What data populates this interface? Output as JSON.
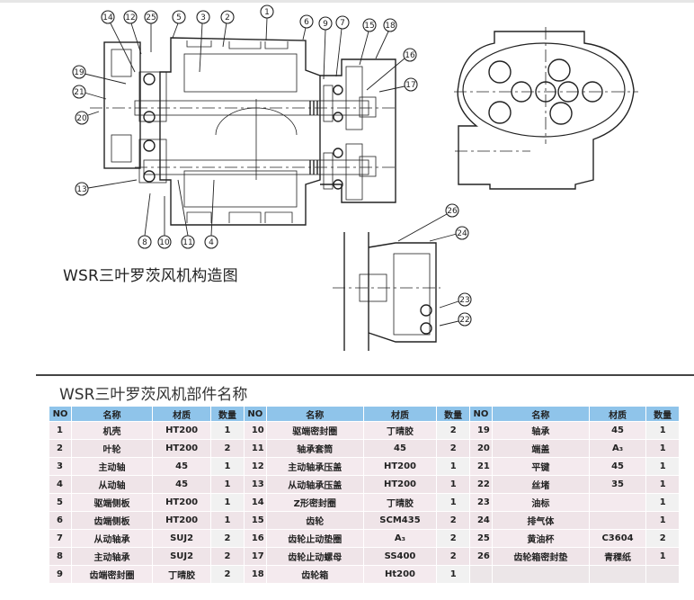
{
  "drawing": {
    "caption": "WSR三叶罗茨风机构造图",
    "callouts": [
      "1",
      "2",
      "3",
      "4",
      "5",
      "6",
      "7",
      "8",
      "9",
      "10",
      "11",
      "12",
      "13",
      "14",
      "15",
      "16",
      "17",
      "18",
      "19",
      "20",
      "21",
      "22",
      "23",
      "24",
      "25",
      "26"
    ]
  },
  "parts_table": {
    "title": "WSR三叶罗茨风机部件名称",
    "headers": {
      "no": "NO",
      "name": "名称",
      "material": "材质",
      "qty": "数量"
    },
    "rows": [
      [
        {
          "no": "1",
          "name": "机壳",
          "material": "HT200",
          "qty": "1"
        },
        {
          "no": "10",
          "name": "驱端密封圈",
          "material": "丁晴胶",
          "qty": "2"
        },
        {
          "no": "19",
          "name": "轴承",
          "material": "45",
          "qty": "1"
        }
      ],
      [
        {
          "no": "2",
          "name": "叶轮",
          "material": "HT200",
          "qty": "2"
        },
        {
          "no": "11",
          "name": "轴承套筒",
          "material": "45",
          "qty": "2"
        },
        {
          "no": "20",
          "name": "端盖",
          "material": "A₃",
          "qty": "1"
        }
      ],
      [
        {
          "no": "3",
          "name": "主动轴",
          "material": "45",
          "qty": "1"
        },
        {
          "no": "12",
          "name": "主动轴承压盖",
          "material": "HT200",
          "qty": "1"
        },
        {
          "no": "21",
          "name": "平键",
          "material": "45",
          "qty": "1"
        }
      ],
      [
        {
          "no": "4",
          "name": "从动轴",
          "material": "45",
          "qty": "1"
        },
        {
          "no": "13",
          "name": "从动轴承压盖",
          "material": "HT200",
          "qty": "1"
        },
        {
          "no": "22",
          "name": "丝堵",
          "material": "35",
          "qty": "1"
        }
      ],
      [
        {
          "no": "5",
          "name": "驱端侧板",
          "material": "HT200",
          "qty": "1"
        },
        {
          "no": "14",
          "name": "Z形密封圈",
          "material": "丁晴胶",
          "qty": "1"
        },
        {
          "no": "23",
          "name": "油标",
          "material": "",
          "qty": "1"
        }
      ],
      [
        {
          "no": "6",
          "name": "齿端侧板",
          "material": "HT200",
          "qty": "1"
        },
        {
          "no": "15",
          "name": "齿轮",
          "material": "SCM435",
          "qty": "2"
        },
        {
          "no": "24",
          "name": "排气体",
          "material": "",
          "qty": "1"
        }
      ],
      [
        {
          "no": "7",
          "name": "从动轴承",
          "material": "SUJ2",
          "qty": "2"
        },
        {
          "no": "16",
          "name": "齿轮止动垫圈",
          "material": "A₃",
          "qty": "2"
        },
        {
          "no": "25",
          "name": "黄油杯",
          "material": "C3604",
          "qty": "2"
        }
      ],
      [
        {
          "no": "8",
          "name": "主动轴承",
          "material": "SUJ2",
          "qty": "2"
        },
        {
          "no": "17",
          "name": "齿轮止动螺母",
          "material": "SS400",
          "qty": "2"
        },
        {
          "no": "26",
          "name": "齿轮箱密封垫",
          "material": "青稞纸",
          "qty": "1"
        }
      ],
      [
        {
          "no": "9",
          "name": "齿端密封圈",
          "material": "丁晴胶",
          "qty": "2"
        },
        {
          "no": "18",
          "name": "齿轮箱",
          "material": "Ht200",
          "qty": "1"
        },
        {
          "no": "",
          "name": "",
          "material": "",
          "qty": ""
        }
      ]
    ]
  },
  "colors": {
    "header_bg": "#8fc4ea",
    "row_bg": "#f4eaee",
    "line": "#222222"
  }
}
